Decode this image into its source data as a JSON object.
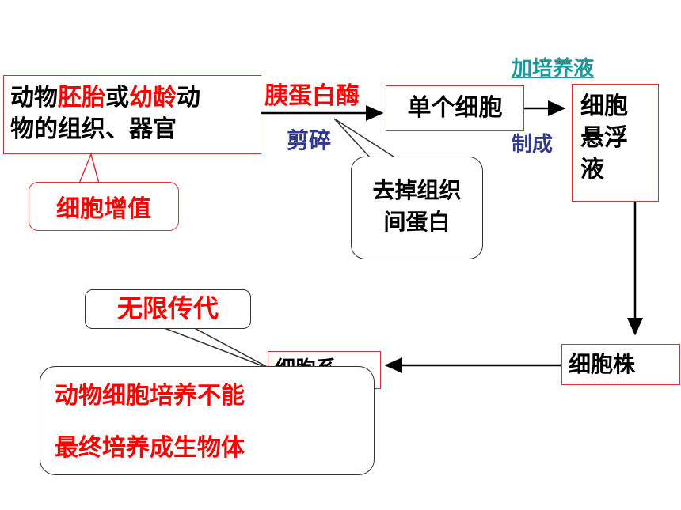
{
  "colors": {
    "box_border": "#d6303a",
    "highlight_red": "#ff0000",
    "label_blue": "#2f3a8f",
    "label_teal": "#1a9a9a",
    "callout_border": "#333333"
  },
  "source_box": {
    "line1": [
      "动物",
      "胚胎",
      "或",
      "幼龄",
      "动"
    ],
    "line2": "物的组织、器官"
  },
  "enzyme_label": "胰蛋白酶",
  "mince_label": "剪碎",
  "single_cell_box": "单个细胞",
  "medium_label": "加培养液",
  "make_label": "制成",
  "suspension_box": [
    "细胞",
    "悬浮",
    "液"
  ],
  "callout_remove_protein": [
    "去掉组织",
    "间蛋白"
  ],
  "callout_proliferation": "细胞增值",
  "cell_strain_box": "细胞株",
  "cell_line_box": "细胞系",
  "callout_infinite": "无限传代",
  "callout_conclusion": [
    "动物细胞培养不能",
    "最终培养成生物体"
  ]
}
